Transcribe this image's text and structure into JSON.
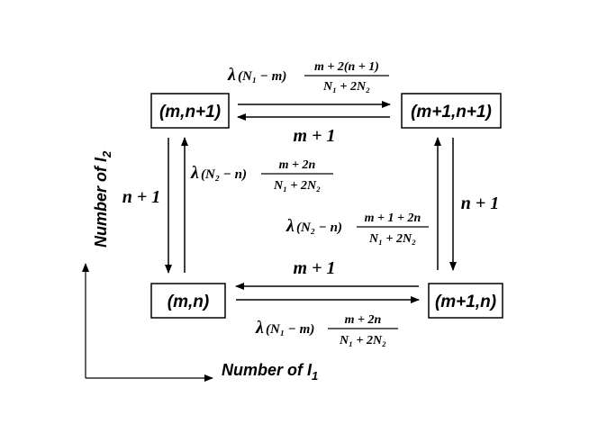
{
  "states": {
    "top_left": "(m,n+1)",
    "top_right": "(m+1,n+1)",
    "bottom_left": "(m,n)",
    "bottom_right": "(m+1,n)"
  },
  "axes": {
    "x_label_prefix": "Number  of  I",
    "x_label_sub": "1",
    "y_label_prefix": "Number  of  I",
    "y_label_sub": "2"
  },
  "rates": {
    "top_forward": {
      "lambda": "λ",
      "paren": "(N₁ − m)",
      "num": "m + 2(n + 1)",
      "den": "N₁ + 2N₂"
    },
    "top_back": "m + 1",
    "left_down": "n + 1",
    "left_up": {
      "lambda": "λ",
      "paren": "(N₂ − n)",
      "num": "m + 2n",
      "den": "N₁ + 2N₂"
    },
    "right_up": {
      "lambda": "λ",
      "paren": "(N₂ − n)",
      "num": "m + 1 + 2n",
      "den": "N₁ + 2N₂"
    },
    "right_down": "n + 1",
    "bottom_back": "m + 1",
    "bottom_forward": {
      "lambda": "λ",
      "paren": "(N₁ − m)",
      "num": "m + 2n",
      "den": "N₁ + 2N₂"
    }
  }
}
